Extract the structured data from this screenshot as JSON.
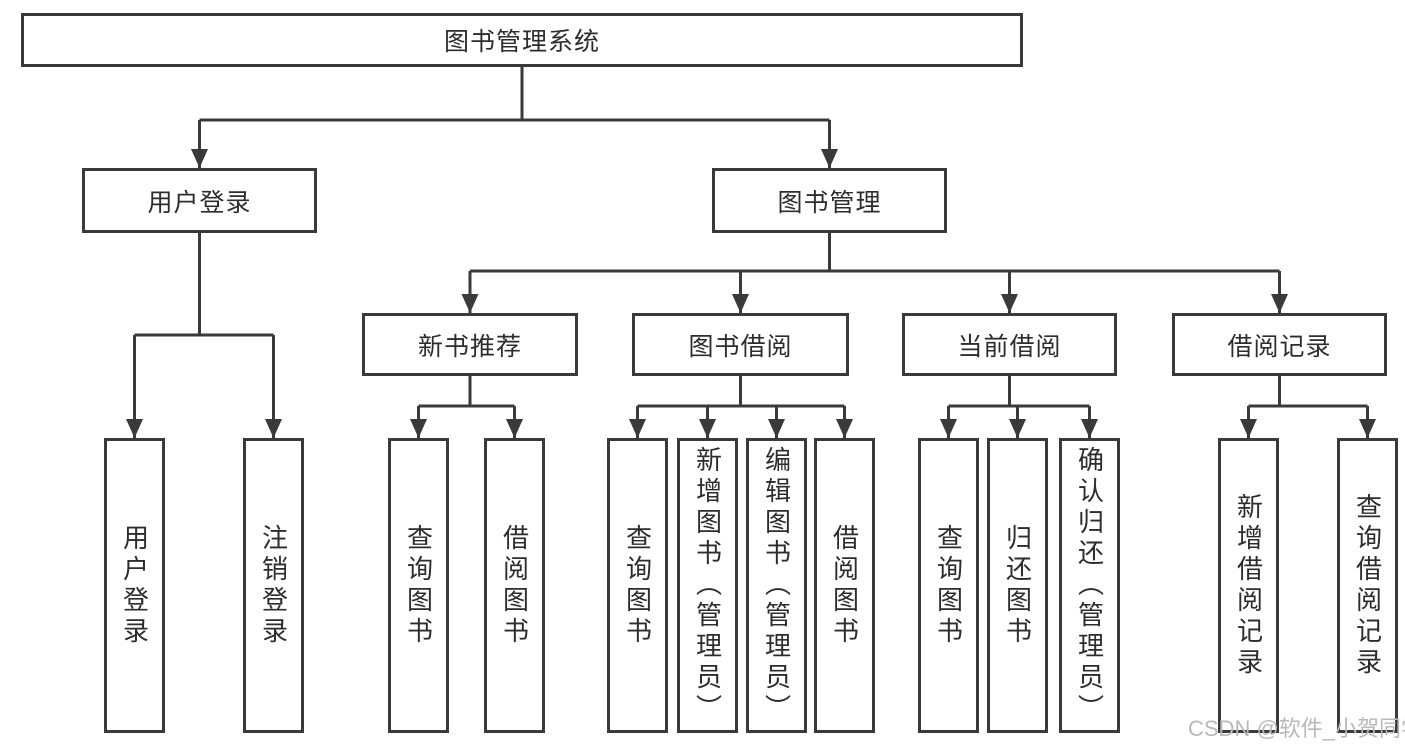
{
  "title_box": {
    "label": "图书管理系统"
  },
  "tree": {
    "user": {
      "label": "用户登录",
      "children": [
        {
          "label": "用户登录"
        },
        {
          "label": "注销登录"
        }
      ]
    },
    "books": {
      "label": "图书管理",
      "sections": [
        {
          "label": "新书推荐",
          "children": [
            {
              "label": "查询图书"
            },
            {
              "label": "借阅图书"
            }
          ]
        },
        {
          "label": "图书借阅",
          "children": [
            {
              "label": "查询图书"
            },
            {
              "label": "新增图书（管理员）"
            },
            {
              "label": "编辑图书（管理员）"
            },
            {
              "label": "借阅图书"
            }
          ]
        },
        {
          "label": "当前借阅",
          "children": [
            {
              "label": "查询图书"
            },
            {
              "label": "归还图书"
            },
            {
              "label": "确认归还（管理员）"
            }
          ]
        },
        {
          "label": "借阅记录",
          "children": [
            {
              "label": "新增借阅记录"
            },
            {
              "label": "查询借阅记录"
            }
          ]
        }
      ]
    }
  },
  "watermark": {
    "text": "CSDN @软件_小贺同学"
  },
  "colors": {
    "line": "#3a3a3a",
    "text": "#2d2d2d",
    "watermark": "#b9b9b9",
    "background": "#ffffff"
  }
}
